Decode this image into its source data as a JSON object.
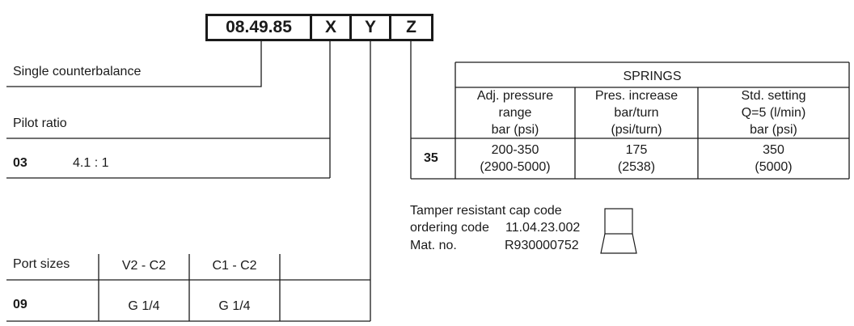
{
  "order_code": {
    "base": "08.49.85",
    "placeholders": [
      "X",
      "Y",
      "Z"
    ]
  },
  "type": {
    "label": "Single counterbalance"
  },
  "pilot_ratio": {
    "label": "Pilot ratio",
    "options": [
      {
        "code": "03",
        "value": "4.1 : 1"
      }
    ]
  },
  "port_sizes": {
    "headers": [
      "Port sizes",
      "V2 - C2",
      "C1 - C2",
      ""
    ],
    "rows": [
      {
        "code": "09",
        "v2_c2": "G 1/4",
        "c1_c2": "G 1/4",
        "extra": ""
      }
    ]
  },
  "springs": {
    "title": "SPRINGS",
    "headers": [
      [
        "Adj. pressure",
        "range",
        "bar (psi)"
      ],
      [
        "Pres. increase",
        "bar/turn",
        "(psi/turn)"
      ],
      [
        "Std. setting",
        "Q=5 (l/min)",
        "bar (psi)"
      ]
    ],
    "rows": [
      {
        "code": "35",
        "values": [
          [
            "200-350",
            "(2900-5000)"
          ],
          [
            "175",
            "(2538)"
          ],
          [
            "350",
            "(5000)"
          ]
        ]
      }
    ]
  },
  "tamper_cap": {
    "title": "Tamper resistant cap code",
    "ordering_label": "ordering code",
    "ordering_code": "11.04.23.002",
    "mat_label": "Mat. no.",
    "mat_no": "R930000752",
    "icon": "cap-icon"
  }
}
